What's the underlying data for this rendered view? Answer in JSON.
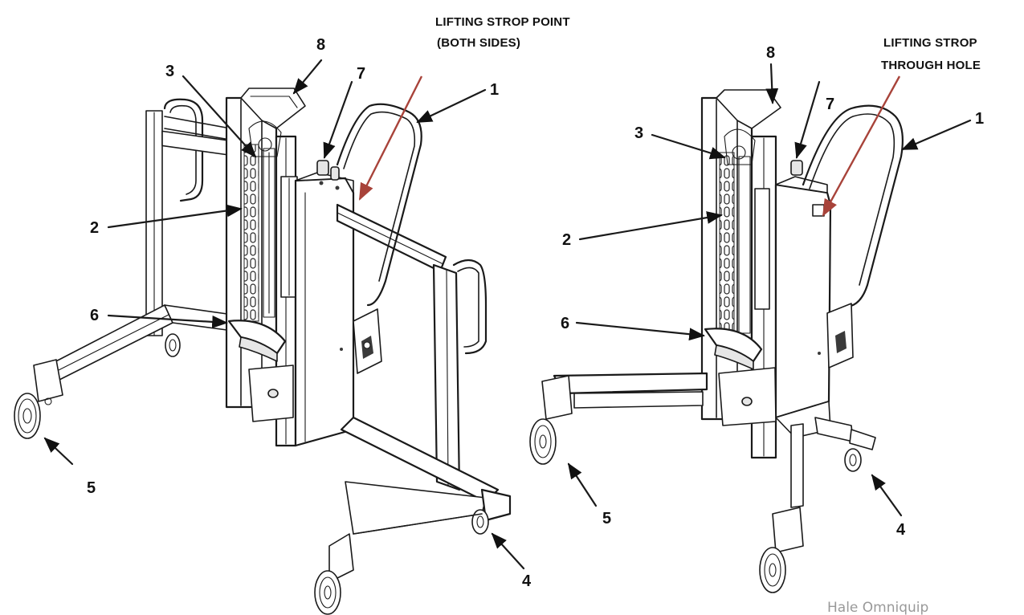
{
  "callouts": {
    "left": {
      "lifting_strop": [
        "LIFTING STROP POINT",
        "(BOTH SIDES)"
      ],
      "n1": "1",
      "n2": "2",
      "n3": "3",
      "n4": "4",
      "n5": "5",
      "n6": "6",
      "n7": "7",
      "n8": "8"
    },
    "right": {
      "lifting_strop": [
        "LIFTING STROP",
        "THROUGH HOLE"
      ],
      "n1": "1",
      "n2": "2",
      "n3": "3",
      "n4": "4",
      "n5": "5",
      "n6": "6",
      "n7": "7",
      "n8": "8"
    }
  },
  "watermark": "Hale Omniquip"
}
